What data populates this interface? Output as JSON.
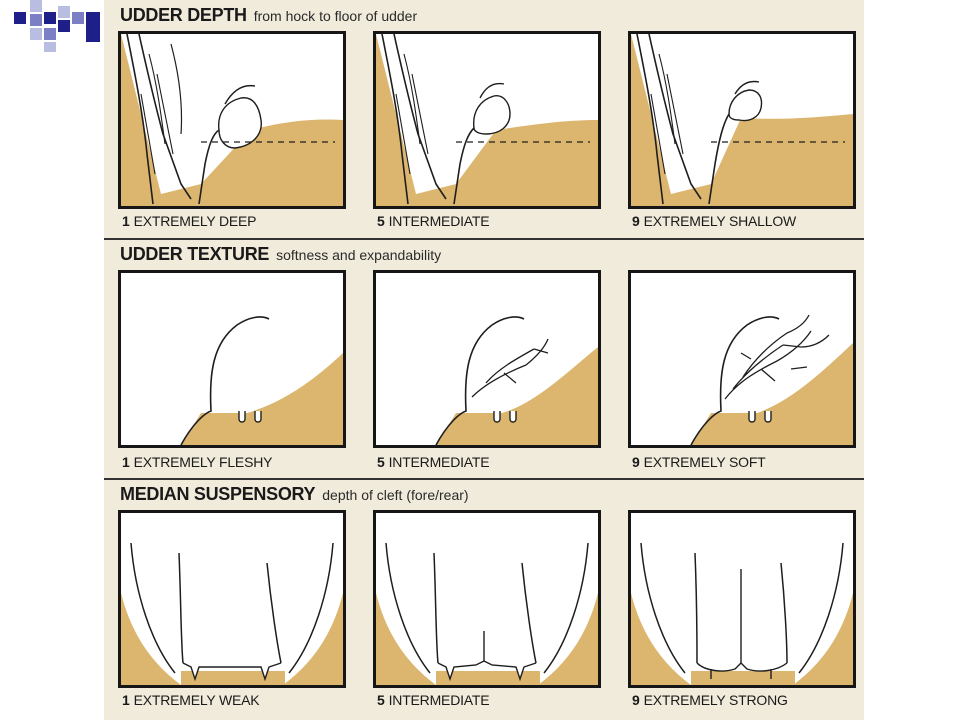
{
  "colors": {
    "tan": "#dcb66f",
    "line": "#1e1e1e",
    "panel_bg": "#ffffff",
    "chart_bg": "#f1ebdc",
    "accent_blue": "#1f1f8a"
  },
  "sections": [
    {
      "title": "UDDER DEPTH",
      "subtitle": "from hock to floor of udder",
      "panels": [
        {
          "score": "1",
          "label": "EXTREMELY DEEP",
          "illustration": "udder-depth-deep"
        },
        {
          "score": "5",
          "label": "INTERMEDIATE",
          "illustration": "udder-depth-intermediate"
        },
        {
          "score": "9",
          "label": "EXTREMELY SHALLOW",
          "illustration": "udder-depth-shallow"
        }
      ]
    },
    {
      "title": "UDDER TEXTURE",
      "subtitle": "softness and expandability",
      "panels": [
        {
          "score": "1",
          "label": "EXTREMELY FLESHY",
          "illustration": "udder-texture-fleshy"
        },
        {
          "score": "5",
          "label": "INTERMEDIATE",
          "illustration": "udder-texture-intermediate"
        },
        {
          "score": "9",
          "label": "EXTREMELY SOFT",
          "illustration": "udder-texture-soft"
        }
      ]
    },
    {
      "title": "MEDIAN SUSPENSORY",
      "subtitle": "depth of cleft (fore/rear)",
      "panels": [
        {
          "score": "1",
          "label": "EXTREMELY WEAK",
          "illustration": "suspensory-weak"
        },
        {
          "score": "5",
          "label": "INTERMEDIATE",
          "illustration": "suspensory-intermediate"
        },
        {
          "score": "9",
          "label": "EXTREMELY STRONG",
          "illustration": "suspensory-strong"
        }
      ]
    }
  ]
}
